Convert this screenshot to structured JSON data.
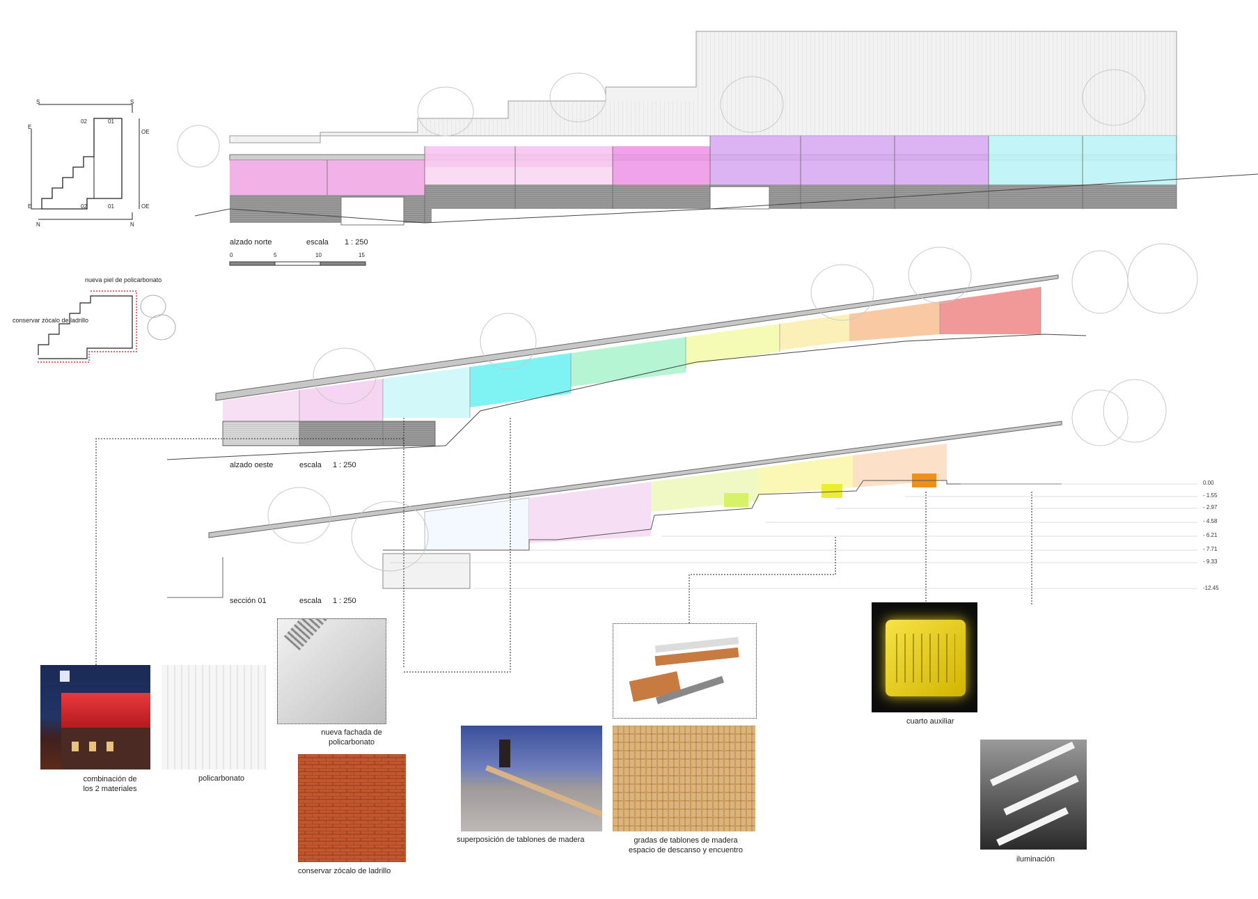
{
  "key_plan": {
    "letters_top": [
      "S",
      "S"
    ],
    "letters_left": [
      "E",
      "E"
    ],
    "letters_bottom": [
      "N",
      "N"
    ],
    "letters_right": [
      "OE",
      "OE"
    ],
    "letters_inner_top": [
      "02",
      "01"
    ],
    "letters_inner_bottom": [
      "02",
      "01"
    ]
  },
  "elevation_north": {
    "title": "alzado norte",
    "scale_label": "escala",
    "scale_value": "1 : 250",
    "bar_ticks": [
      "0",
      "5",
      "10",
      "15"
    ]
  },
  "intervention": {
    "label_new_skin": "nueva piel de policarbonato",
    "label_keep_plinth": "conservar zócalo de ladrillo"
  },
  "elevation_west": {
    "title": "alzado oeste",
    "scale_label": "escala",
    "scale_value": "1 : 250"
  },
  "section_01": {
    "title": "sección 01",
    "scale_label": "escala",
    "scale_value": "1 : 250",
    "levels": [
      "0.00",
      "- 1.55",
      "- 2.97",
      "- 4.58",
      "- 6.21",
      "- 7.71",
      "- 9.33",
      "-12.45"
    ]
  },
  "materials": {
    "combination": [
      "combinación de",
      "los 2 materiales"
    ],
    "polycarbonate": "policarbonato",
    "new_facade": [
      "nueva fachada de",
      "policarbonato"
    ],
    "brick": "conservar zócalo de ladrillo",
    "planks": "superposición de tablones de madera",
    "bleachers": [
      "gradas de tablones de madera",
      "espacio de descanso y encuentro"
    ],
    "aux_room": "cuarto auxiliar",
    "lighting": "iluminación"
  },
  "colors": {
    "pink": "#f3a9e6",
    "magenta": "#ee93e6",
    "lilac": "#d6a6f1",
    "cyan": "#a8f0f4",
    "green": "#b7f3c8",
    "yellow": "#f7f5a3",
    "orange": "#f8c89e",
    "red": "#f19898",
    "brick": "#c2572e",
    "aux_yellow": "#e4cc12"
  }
}
